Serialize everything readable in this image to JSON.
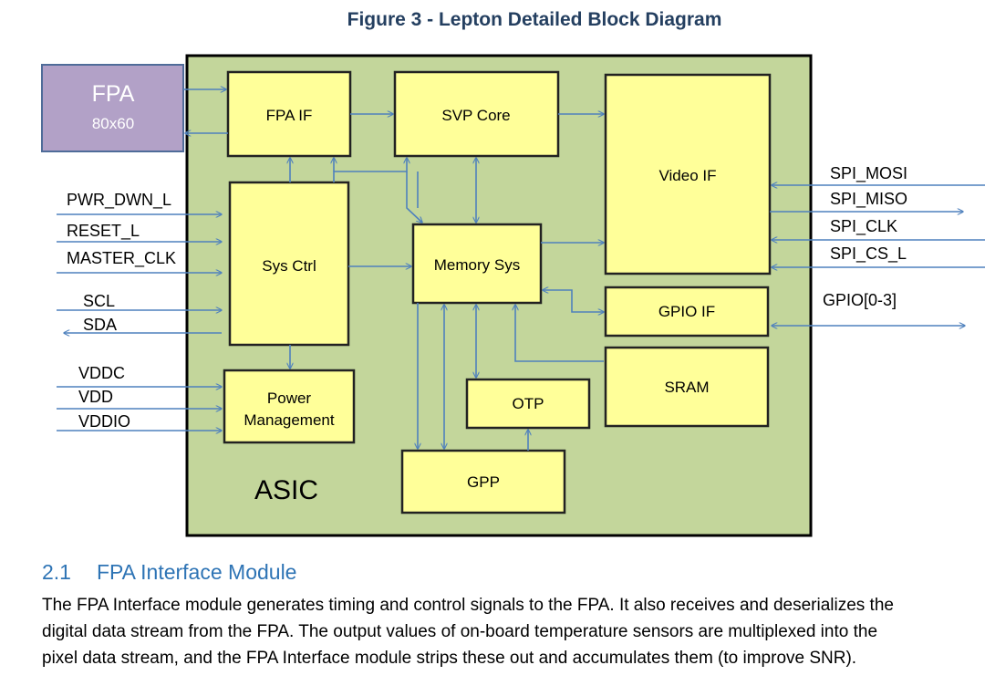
{
  "figure": {
    "title": "Figure 3 - Lepton Detailed Block Diagram"
  },
  "blocks": {
    "fpa": {
      "name": "FPA",
      "size": "80x60"
    },
    "asic": "ASIC",
    "fpa_if": "FPA IF",
    "svp_core": "SVP Core",
    "video_if": "Video IF",
    "sys_ctrl": "Sys Ctrl",
    "memory_sys": "Memory Sys",
    "gpio_if": "GPIO IF",
    "sram": "SRAM",
    "otp": "OTP",
    "power_management": [
      "Power",
      "Management"
    ],
    "gpp": "GPP"
  },
  "signals": {
    "left": [
      "PWR_DWN_L",
      "RESET_L",
      "MASTER_CLK",
      "SCL",
      "SDA",
      "VDDC",
      "VDD",
      "VDDIO"
    ],
    "right": [
      "SPI_MOSI",
      "SPI_MISO",
      "SPI_CLK",
      "SPI_CS_L",
      "GPIO[0-3]"
    ]
  },
  "colors": {
    "asic_fill": "#c3d69b",
    "block_fill": "#ffff99",
    "fpa_fill": "#b2a1c7",
    "arrow": "#4f81bd",
    "heading": "#2e74b5"
  },
  "section": {
    "number": "2.1",
    "title": "FPA Interface Module",
    "lines": [
      "The FPA Interface module generates timing and control signals to the FPA. It also receives and deserializes the",
      "digital data stream from the FPA. The output values of on-board temperature sensors are multiplexed into the",
      "pixel data stream, and the FPA Interface module strips these out and accumulates them (to improve SNR)."
    ]
  }
}
